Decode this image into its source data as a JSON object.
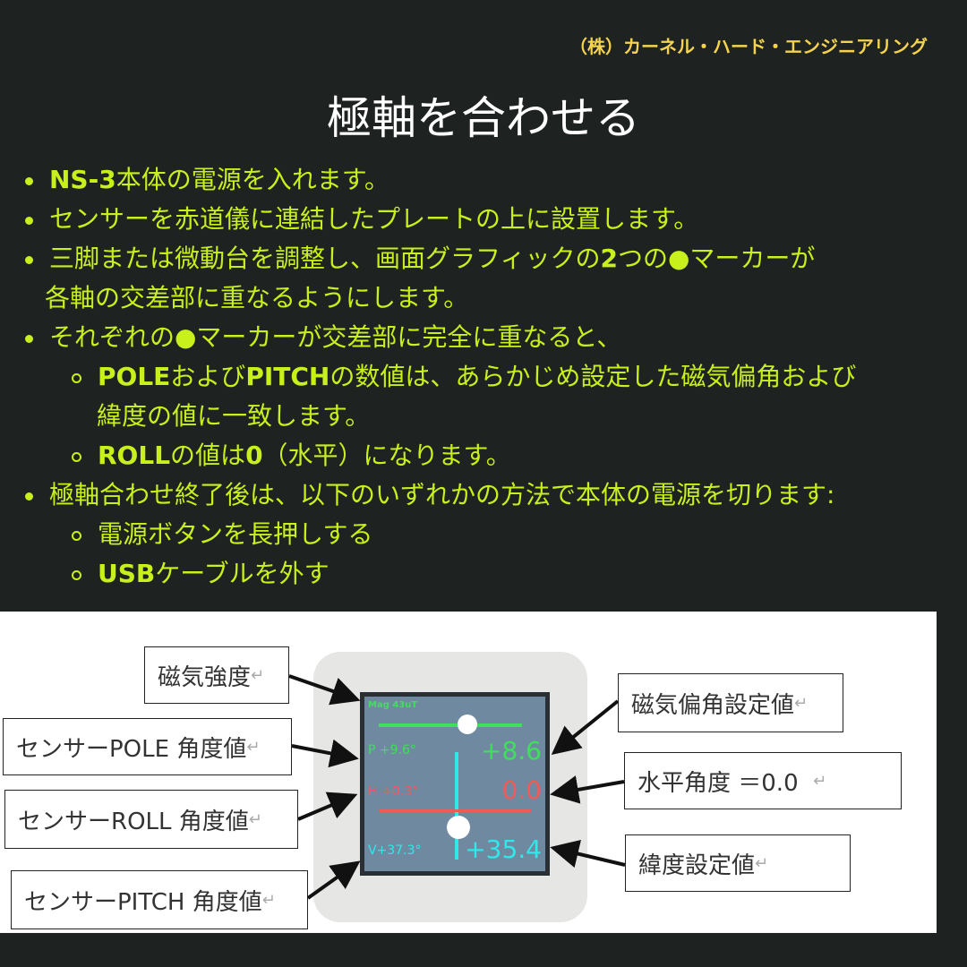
{
  "company": "（株）カーネル・ハード・エンジニアリング",
  "title": "極軸を合わせる",
  "bullets": {
    "b1_bold": "NS-3",
    "b1": "本体の電源を入れます。",
    "b2": "センサーを赤道儀に連結したプレートの上に設置します。",
    "b3a": "三脚または微動台を調整し、画面グラフィックの",
    "b3_bold": "2",
    "b3b": "つの●マーカーが",
    "b3c": "各軸の交差部に重なるようにします。",
    "b4": "それぞれの●マーカーが交差部に完全に重なると、",
    "s1_bold1": "POLE",
    "s1a": "および",
    "s1_bold2": "PITCH",
    "s1b": "の数値は、あらかじめ設定した磁気偏角および",
    "s1c": "緯度の値に一致します。",
    "s2_bold": "ROLL",
    "s2a": "の値は",
    "s2_bold2": "0",
    "s2b": "（水平）になります。",
    "b5": "極軸合わせ終了後は、以下のいずれかの方法で本体の電源を切ります:",
    "s3": "電源ボタンを長押しする",
    "s4_bold": "USB",
    "s4": "ケーブルを外す"
  },
  "screen": {
    "mag": "Mag 43uT",
    "p": "P +9.6°",
    "p_val": "+8.6",
    "h": "H +0.3°",
    "h_val": "0.0",
    "v": "V+37.3°",
    "v_val": "+35.4"
  },
  "labels": {
    "mag": "磁気強度",
    "pole": "センサーPOLE 角度値",
    "roll": "センサーROLL 角度値",
    "pitch": "センサーPITCH 角度値",
    "decl": "磁気偏角設定値",
    "level": "水平角度 ＝0.0",
    "lat": "緯度設定値",
    "ret": "↵"
  }
}
